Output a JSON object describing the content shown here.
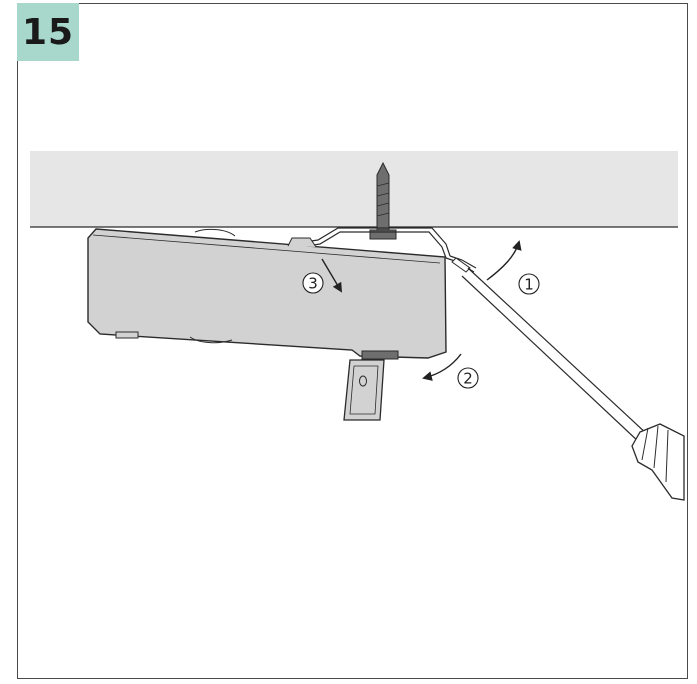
{
  "step": {
    "number": "15"
  },
  "callouts": [
    {
      "id": "1",
      "label": "1"
    },
    {
      "id": "2",
      "label": "2"
    },
    {
      "id": "3",
      "label": "3"
    }
  ],
  "colors": {
    "badge": "#a7d8cb",
    "ceiling": "#e6e6e6",
    "housing": "#d2d2d2",
    "outline": "#2b2b2b",
    "screw": "#6e6e6e"
  },
  "icons": [
    "screw-icon",
    "screwdriver-icon",
    "rotate-arrow-icon"
  ]
}
